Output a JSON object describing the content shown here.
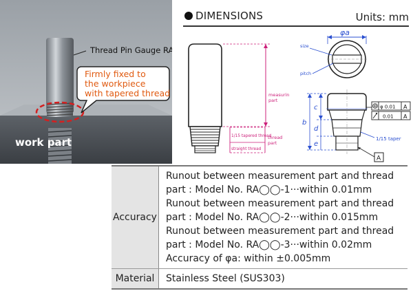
{
  "photo": {
    "gauge_label": "Thread Pin Gauge RA",
    "callout_lines": [
      "Firmly fixed to",
      "the workpiece",
      "with tapered thread"
    ],
    "work_part_label": "work part"
  },
  "dimensions": {
    "title": "DIMENSIONS",
    "units": "Units: mm"
  },
  "drawing_left": {
    "measuring_label_1": "measuring",
    "measuring_label_2": "part",
    "tapered_label": "1/15 tapered thread",
    "straight_label": "straight thread",
    "thread_label_1": "thread",
    "thread_label_2": "part"
  },
  "drawing_right": {
    "dia_label": "φa",
    "size_label": "size",
    "pitch_label": "pitch",
    "dim_b": "b",
    "dim_c": "c",
    "dim_d": "d",
    "dim_e": "e",
    "tol_1_value": "φ 0.01",
    "tol_1_ref": "A",
    "tol_2_value": "0.01",
    "tol_2_ref": "A",
    "taper_label": "1/15 taper",
    "datum_label": "A"
  },
  "spec_table": {
    "accuracy_header": "Accuracy",
    "accuracy_lines": [
      "Runout between measurement part and thread",
      "part : Model No. RA◯◯-1···within 0.01mm",
      "Runout between measurement part and thread",
      "part : Model No. RA◯◯-2···within 0.015mm",
      "Runout between measurement part and thread",
      "part : Model No. RA◯◯-3···within 0.02mm",
      "Accuracy of φa: within ±0.005mm"
    ],
    "material_header": "Material",
    "material_value": "Stainless Steel (SUS303)"
  },
  "colors": {
    "callout_text": "#e05a10",
    "callout_ring": "#d42020",
    "dim_blue": "#2a4fd0",
    "dim_magenta": "#cc1f7a",
    "table_header_bg": "#e4e4e4"
  }
}
